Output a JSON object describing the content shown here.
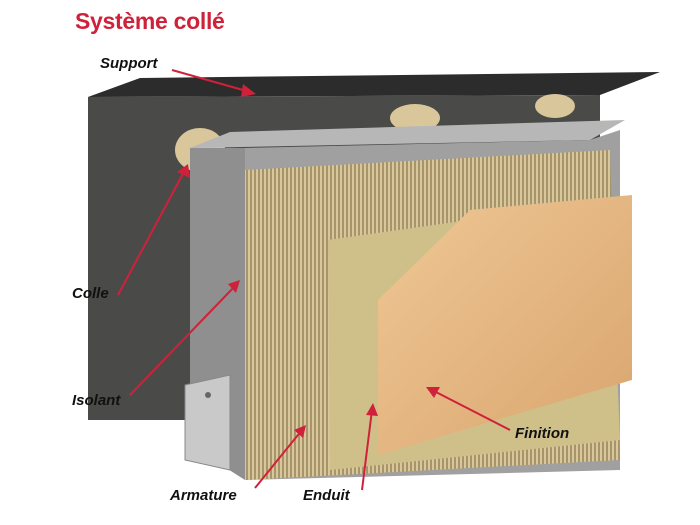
{
  "title": "Système collé",
  "labels": {
    "support": "Support",
    "colle": "Colle",
    "isolant": "Isolant",
    "armature": "Armature",
    "enduit": "Enduit",
    "finition": "Finition"
  },
  "colors": {
    "title": "#d0213a",
    "arrow": "#d0213a"
  }
}
